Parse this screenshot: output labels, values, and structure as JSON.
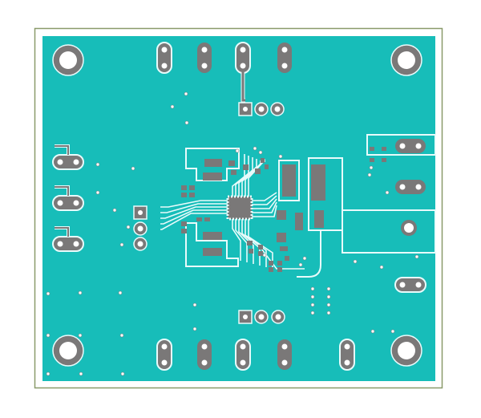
{
  "board": {
    "colors": {
      "background": "#ffffff",
      "board_outline": "#8a9a6a",
      "copper_pour": "#17bdb9",
      "pad": "#7a7878",
      "silkscreen": "#e8fbfb",
      "drill": "#ffffff"
    },
    "layers": [
      "copper-pour",
      "pads",
      "traces",
      "silkscreen",
      "drills"
    ]
  }
}
